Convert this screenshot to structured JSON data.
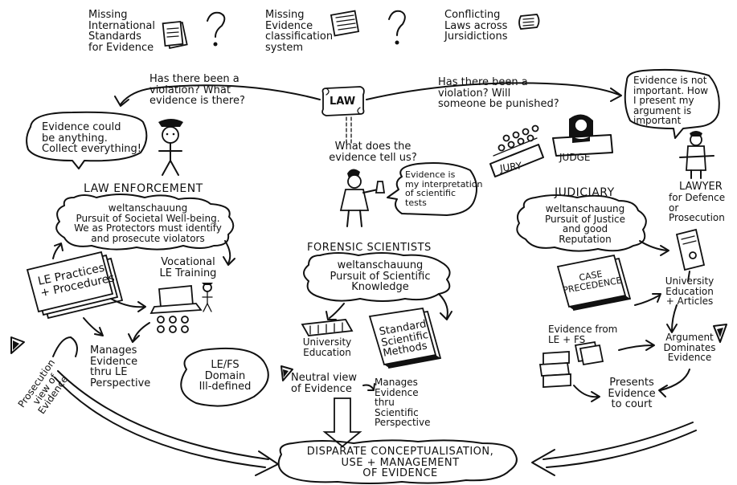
{
  "top": {
    "missing_standards": "Missing\nInternational\nStandards\nfor Evidence",
    "missing_classification": "Missing\nEvidence\nclassification\nsystem",
    "conflicting_laws": "Conflicting\nLaws across\nJursidictions"
  },
  "center": {
    "law": "LAW",
    "question_left": "Has there been a\nviolation?  What\nevidence is there?",
    "question_right": "Has there been a\nviolation? Will\nsomeone be punished?",
    "question_middle": "What does the\nevidence tell us?"
  },
  "law_enforcement": {
    "speech": "Evidence could\nbe anything.\nCollect everything!",
    "title": "LAW ENFORCEMENT",
    "worldview": "weltanschauung\nPursuit of Societal Well-being.\nWe as Protectors must identify\nand prosecute violators",
    "practices": "LE Practices\n+ Procedures",
    "training": "Vocational\nLE Training",
    "manages": "Manages\nEvidence\nthru LE\nPerspective",
    "prosecution_view": "Prosecution\nview of\nEvidence",
    "ill_defined": "LE/FS\nDomain\nIll-defined"
  },
  "forensic": {
    "speech": "Evidence is\nmy interpretation\nof scientific\ntests",
    "title": "FORENSIC SCIENTISTS",
    "worldview": "weltanschauung\nPursuit of Scientific\nKnowledge",
    "university": "University\nEducation",
    "methods": "Standard\nScientific\nMethods",
    "neutral_view": "Neutral view\nof Evidence",
    "manages": "Manages\nEvidence\nthru\nScientific\nPerspective"
  },
  "judiciary": {
    "speech": "Evidence is not\nimportant. How\nI present my\nargument is\nimportant",
    "jury": "JURY",
    "judge": "JUDGE",
    "lawyer": "LAWYER",
    "lawyer_role": "for Defence\nor Prosecution",
    "title": "JUDICIARY",
    "worldview": "weltanschauung\nPursuit of Justice\nand good\nReputation",
    "case": "CASE\nPRECEDENCE",
    "university": "University\nEducation\n+ Articles",
    "evidence_from": "Evidence from\nLE + FS",
    "argument": "Argument\nDominates\nEvidence",
    "presents": "Presents\nEvidence\nto court"
  },
  "bottom": {
    "conclusion": "DISPARATE CONCEPTUALISATION,\nUSE + MANAGEMENT\nOF EVIDENCE"
  },
  "icons": [
    "question-mark-icon",
    "document-icon",
    "scroll-icon",
    "police-officer-icon",
    "scientist-icon",
    "lawyer-icon",
    "judge-icon",
    "jury-icon",
    "laptop-icon",
    "book-icon",
    "certificate-icon",
    "university-icon",
    "computer-icon",
    "file-boxes-icon",
    "eye-icon"
  ]
}
